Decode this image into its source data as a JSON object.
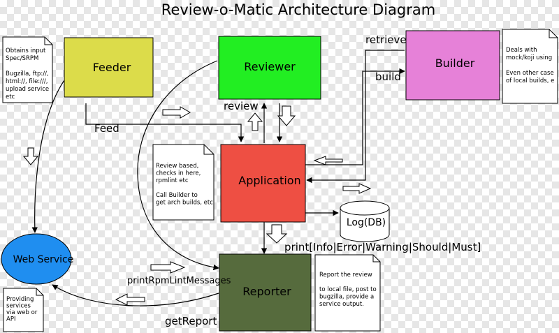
{
  "title": "Review-o-Matic Architecture Diagram",
  "components": {
    "feeder": "Feeder",
    "reviewer": "Reviewer",
    "builder": "Builder",
    "application": "Application",
    "reporter": "Reporter",
    "web_service": "Web Service",
    "log_db": "Log(DB)"
  },
  "edge_labels": {
    "retrieve": "retrieve",
    "build": "build",
    "review": "review",
    "feed": "Feed",
    "print_levels": "print[Info|Error|Warning|Should|Must]",
    "print_rpmlint": "printRpmLintMessages",
    "get_report": "getReport"
  },
  "notes": {
    "feeder": [
      "Obtains input",
      "Spec/SRPM",
      "",
      "Bugzilla, ftp://,",
      "html://, file:///,",
      "upload service",
      "etc"
    ],
    "builder": [
      "Deals with",
      "mock/koji using",
      "",
      "Even other case",
      "of local builds, e"
    ],
    "application": [
      "Review based,",
      "checks in here,",
      "rpmlint etc",
      "",
      "Call Builder to",
      "get arch builds, etc"
    ],
    "reporter": [
      "Report the review",
      "",
      "to local file, post to",
      "bugzilla, provide a",
      "service output."
    ],
    "web_service": [
      "Providing",
      "services",
      "via web or",
      "API"
    ]
  },
  "colors": {
    "feeder": "#dcdc4a",
    "reviewer": "#22ee22",
    "builder": "#e681d8",
    "application": "#ee4f43",
    "reporter": "#566b3d",
    "web_service": "#1f8ef0",
    "db": "#ffffff"
  }
}
